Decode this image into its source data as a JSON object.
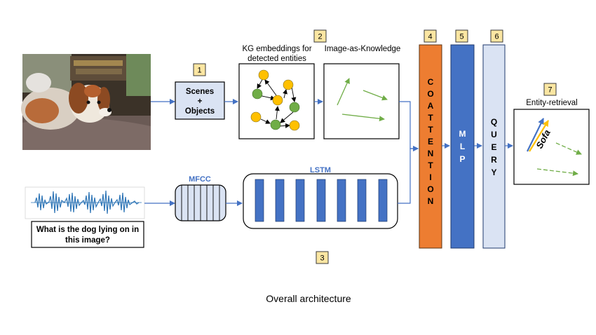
{
  "diagram": {
    "caption": "Overall architecture",
    "badges": {
      "b1": "1",
      "b2": "2",
      "b3": "3",
      "b4": "4",
      "b5": "5",
      "b6": "6",
      "b7": "7"
    },
    "scenes_box": {
      "line1": "Scenes",
      "line2": "+",
      "line3": "Objects"
    },
    "kg_label": {
      "line1": "KG embeddings for",
      "line2": "detected entities"
    },
    "image_knowledge_label": "Image-as-Knowledge",
    "mfcc_label": "MFCC",
    "lstm_label": "LSTM",
    "question_box": {
      "line1": "What is the dog lying on in",
      "line2": "this image?"
    },
    "coattention": [
      "C",
      "O",
      "A",
      "T",
      "T",
      "E",
      "N",
      "T",
      "I",
      "O",
      "N"
    ],
    "mlp": [
      "M",
      "L",
      "P"
    ],
    "query": [
      "Q",
      "U",
      "E",
      "R",
      "Y"
    ],
    "entity_retrieval_label": "Entity-retrieval",
    "sofa_label": "Sofa",
    "colors": {
      "orange": "#ed7d31",
      "blue": "#4472c4",
      "light_blue": "#dae3f3",
      "green": "#70ad47",
      "yellow": "#ffc000",
      "badge": "#fbe6a2",
      "arrow": "#4472c4"
    }
  }
}
